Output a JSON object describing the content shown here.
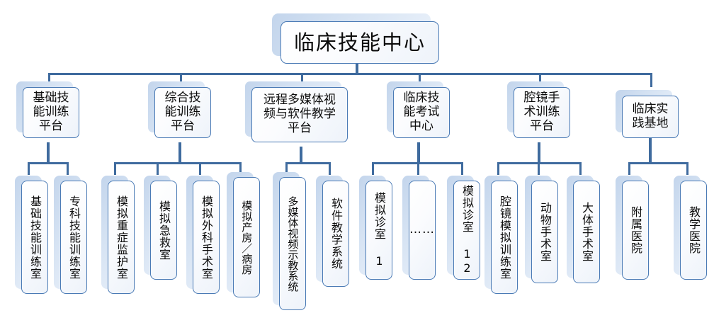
{
  "diagram": {
    "title": "临床技能中心",
    "type": "organization-chart",
    "colors": {
      "box_border": "#4a7ab5",
      "connector": "#3f6b9e",
      "shadow_plate": "#c3d5ec",
      "box_fill_light": "#ffffff",
      "box_fill_tint": "#eef3fa",
      "text": "#0b0b0b",
      "background": "#ffffff"
    },
    "root": {
      "label": "临床技能中心"
    },
    "branches": [
      {
        "id": "basic-skills",
        "label": "基础技\n能训练\n平台",
        "children": [
          {
            "id": "basic-skills-room",
            "label": "基础技能训练室"
          },
          {
            "id": "specialty-skills-room",
            "label": "专科技能训练室"
          }
        ]
      },
      {
        "id": "comprehensive-skills",
        "label": "综合技\n能训练\n平台",
        "children": [
          {
            "id": "sim-icu",
            "label": "模拟重症监护室"
          },
          {
            "id": "sim-emergency",
            "label": "模拟急救室"
          },
          {
            "id": "sim-surgery",
            "label": "模拟外科手术室"
          },
          {
            "id": "sim-delivery-ward",
            "label": "模拟产房／病房"
          }
        ]
      },
      {
        "id": "remote-multimedia",
        "label": "远程多媒体视\n频与软件教学\n平台",
        "children": [
          {
            "id": "multimedia-demo-system",
            "label": "多媒体视频示教系统"
          },
          {
            "id": "software-teaching-system",
            "label": "软件教学系统"
          }
        ]
      },
      {
        "id": "skills-exam-center",
        "label": "临床技\n能考试\n中心",
        "children": [
          {
            "id": "exam-room-1",
            "label": "模拟诊室 1"
          },
          {
            "id": "exam-room-ellipsis",
            "label": "……"
          },
          {
            "id": "exam-room-12",
            "label": "模拟诊室 12"
          }
        ]
      },
      {
        "id": "endoscopic-surgery",
        "label": "腔镜手\n术训练\n平台",
        "children": [
          {
            "id": "endoscopic-sim-room",
            "label": "腔镜模拟训练室"
          },
          {
            "id": "animal-operating-room",
            "label": "动物手术室"
          },
          {
            "id": "cadaver-operating-room",
            "label": "大体手术室"
          }
        ]
      },
      {
        "id": "clinical-practice-base",
        "label": "临床实\n践基地",
        "children": [
          {
            "id": "affiliated-hospital",
            "label": "附属医院"
          },
          {
            "id": "teaching-hospital",
            "label": "教学医院"
          }
        ]
      }
    ]
  }
}
